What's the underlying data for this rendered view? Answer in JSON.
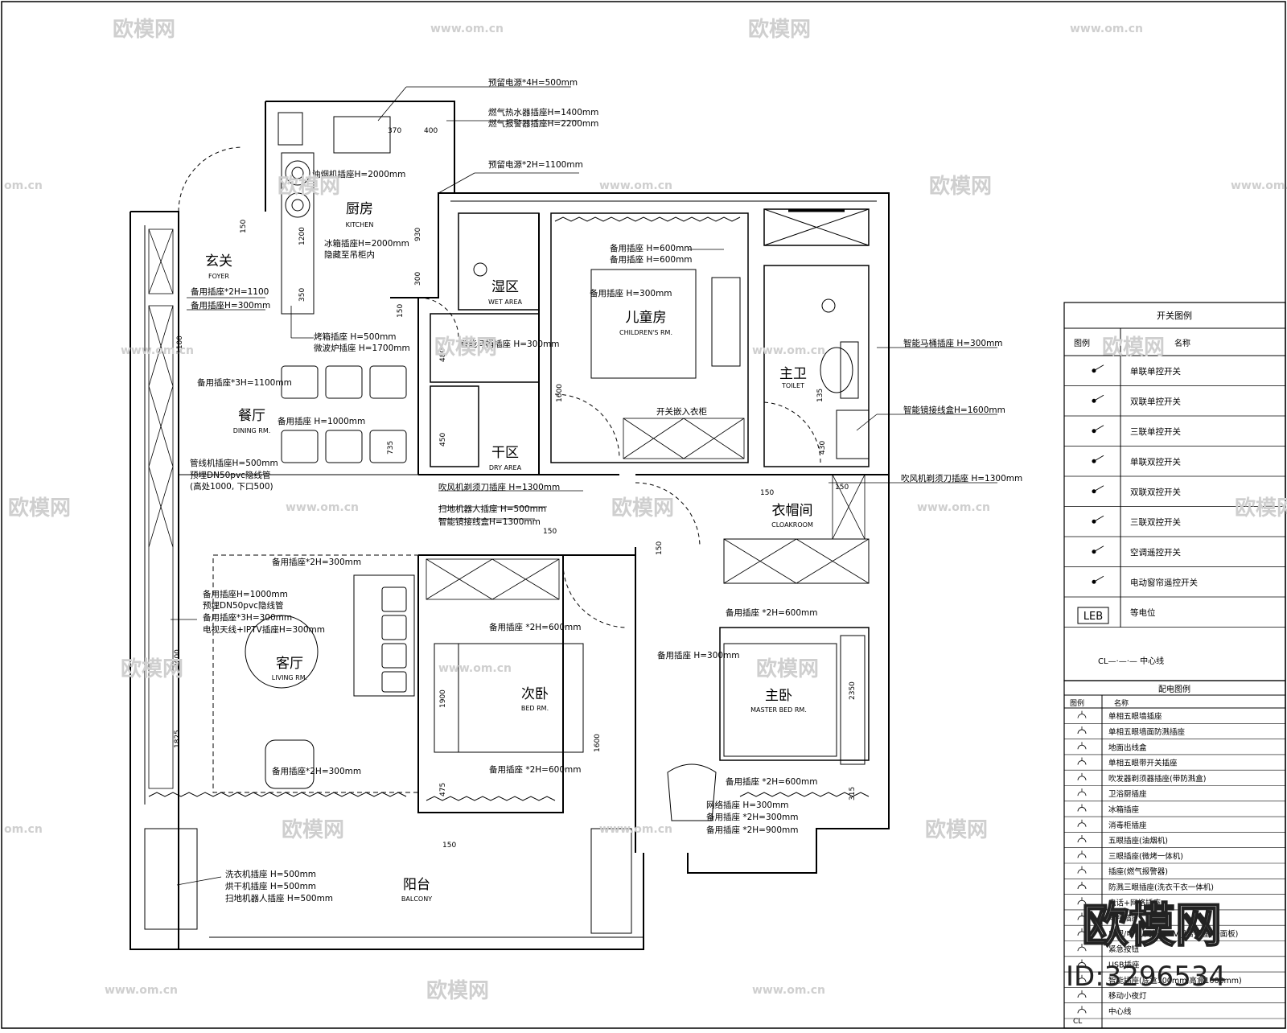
{
  "watermark": {
    "brand": "欧模网",
    "url": "www.om.cn",
    "url_short": "om.cn",
    "id": "ID:3296534"
  },
  "rooms": {
    "kitchen": {
      "cn": "厨房",
      "en": "KITCHEN"
    },
    "foyer": {
      "cn": "玄关",
      "en": "FOYER"
    },
    "wet": {
      "cn": "湿区",
      "en": "WET AREA"
    },
    "dry": {
      "cn": "干区",
      "en": "DRY AREA"
    },
    "children": {
      "cn": "儿童房",
      "en": "CHILDREN'S RM."
    },
    "toilet": {
      "cn": "主卫",
      "en": "TOILET"
    },
    "dining": {
      "cn": "餐厅",
      "en": "DINING RM."
    },
    "cloak": {
      "cn": "衣帽间",
      "en": "CLOAKROOM"
    },
    "living": {
      "cn": "客厅",
      "en": "LIVING RM."
    },
    "bed2": {
      "cn": "次卧",
      "en": "BED RM."
    },
    "master": {
      "cn": "主卧",
      "en": "MASTER BED RM."
    },
    "balcony": {
      "cn": "阳台",
      "en": "BALCONY"
    }
  },
  "annotations": [
    "预留电源*4H=500mm",
    "燃气热水器插座H=1400mm",
    "燃气报警器插座H=2200mm",
    "预留电源*2H=1100mm",
    "油烟机插座H=2000mm",
    "冰箱插座H=2000mm",
    "隐藏至吊柜内",
    "备用插座*2H=1100",
    "备用插座H=300mm",
    "烤箱插座 H=500mm",
    "微波炉插座 H=1700mm",
    "备用插座 H=600mm",
    "备用插座 H=600mm",
    "备用插座 H=300mm",
    "智能马桶插座 H=300mm",
    "智能马桶插座 H=300mm",
    "备用插座*3H=1100mm",
    "备用插座 H=1000mm",
    "开关嵌入衣柜",
    "智能镜接线盒H=1600mm",
    "管线机插座H=500mm",
    "预埋DN50pvc隐线管",
    "(高处1000, 下口500)",
    "吹风机剃须刀插座 H=1300mm",
    "吹风机剃须刀插座 H=1300mm",
    "扫地机器人插座 H=500mm",
    "智能镜接线盒H=1300mm",
    "备用插座*2H=300mm",
    "备用插座H=1000mm",
    "预埋DN50pvc隐线管",
    "备用插座*3H=300mm",
    "电视天线+IPTV插座H=300mm",
    "备用插座 *2H=600mm",
    "备用插座 *2H=600mm",
    "备用插座 H=300mm",
    "备用插座*2H=300mm",
    "备用插座 *2H=600mm",
    "备用插座 *2H=600mm",
    "网络插座 H=300mm",
    "备用插座 *2H=300mm",
    "备用插座 *2H=900mm",
    "洗衣机插座 H=500mm",
    "烘干机插座 H=500mm",
    "扫地机器人插座 H=500mm"
  ],
  "dimensions": [
    "370",
    "400",
    "150",
    "1200",
    "930",
    "300",
    "350",
    "150",
    "1100",
    "450",
    "735",
    "480",
    "1600",
    "135",
    "430",
    "150",
    "150",
    "150",
    "150",
    "2000",
    "1825",
    "1900",
    "1600",
    "2350",
    "475",
    "315",
    "150"
  ],
  "switch_legend": {
    "title": "开关图例",
    "col_icon": "图例",
    "col_name": "名称",
    "items": [
      "单联单控开关",
      "双联单控开关",
      "三联单控开关",
      "单联双控开关",
      "双联双控开关",
      "三联双控开关",
      "空调遥控开关",
      "电动窗帘遥控开关",
      "等电位"
    ],
    "leb": "LEB",
    "centerline": "CL—·—·— 中心线"
  },
  "socket_legend": {
    "title": "配电图例",
    "col_icon": "图例",
    "col_name": "名称",
    "items": [
      "单相五眼墙插座",
      "单相五眼墙面防溅插座",
      "地面出线盒",
      "单相五眼带开关插座",
      "吹发器剃须器插座(带防溅盒)",
      "卫浴厨插座",
      "冰箱插座",
      "消毒柜插座",
      "五眼插座(油烟机)",
      "三眼插座(微烤一体机)",
      "插座(燃气报警器)",
      "防溅三眼插座(洗衣干衣一体机)",
      "电话+网络插座",
      "电视插座",
      "电视/电话/网络/IPTV组合插座(一面板)",
      "紧急按钮",
      "USB插座",
      "智能插座(底盒300mm,高盒1600mm)",
      "移动小夜灯",
      "中心线"
    ],
    "cl": "CL"
  }
}
